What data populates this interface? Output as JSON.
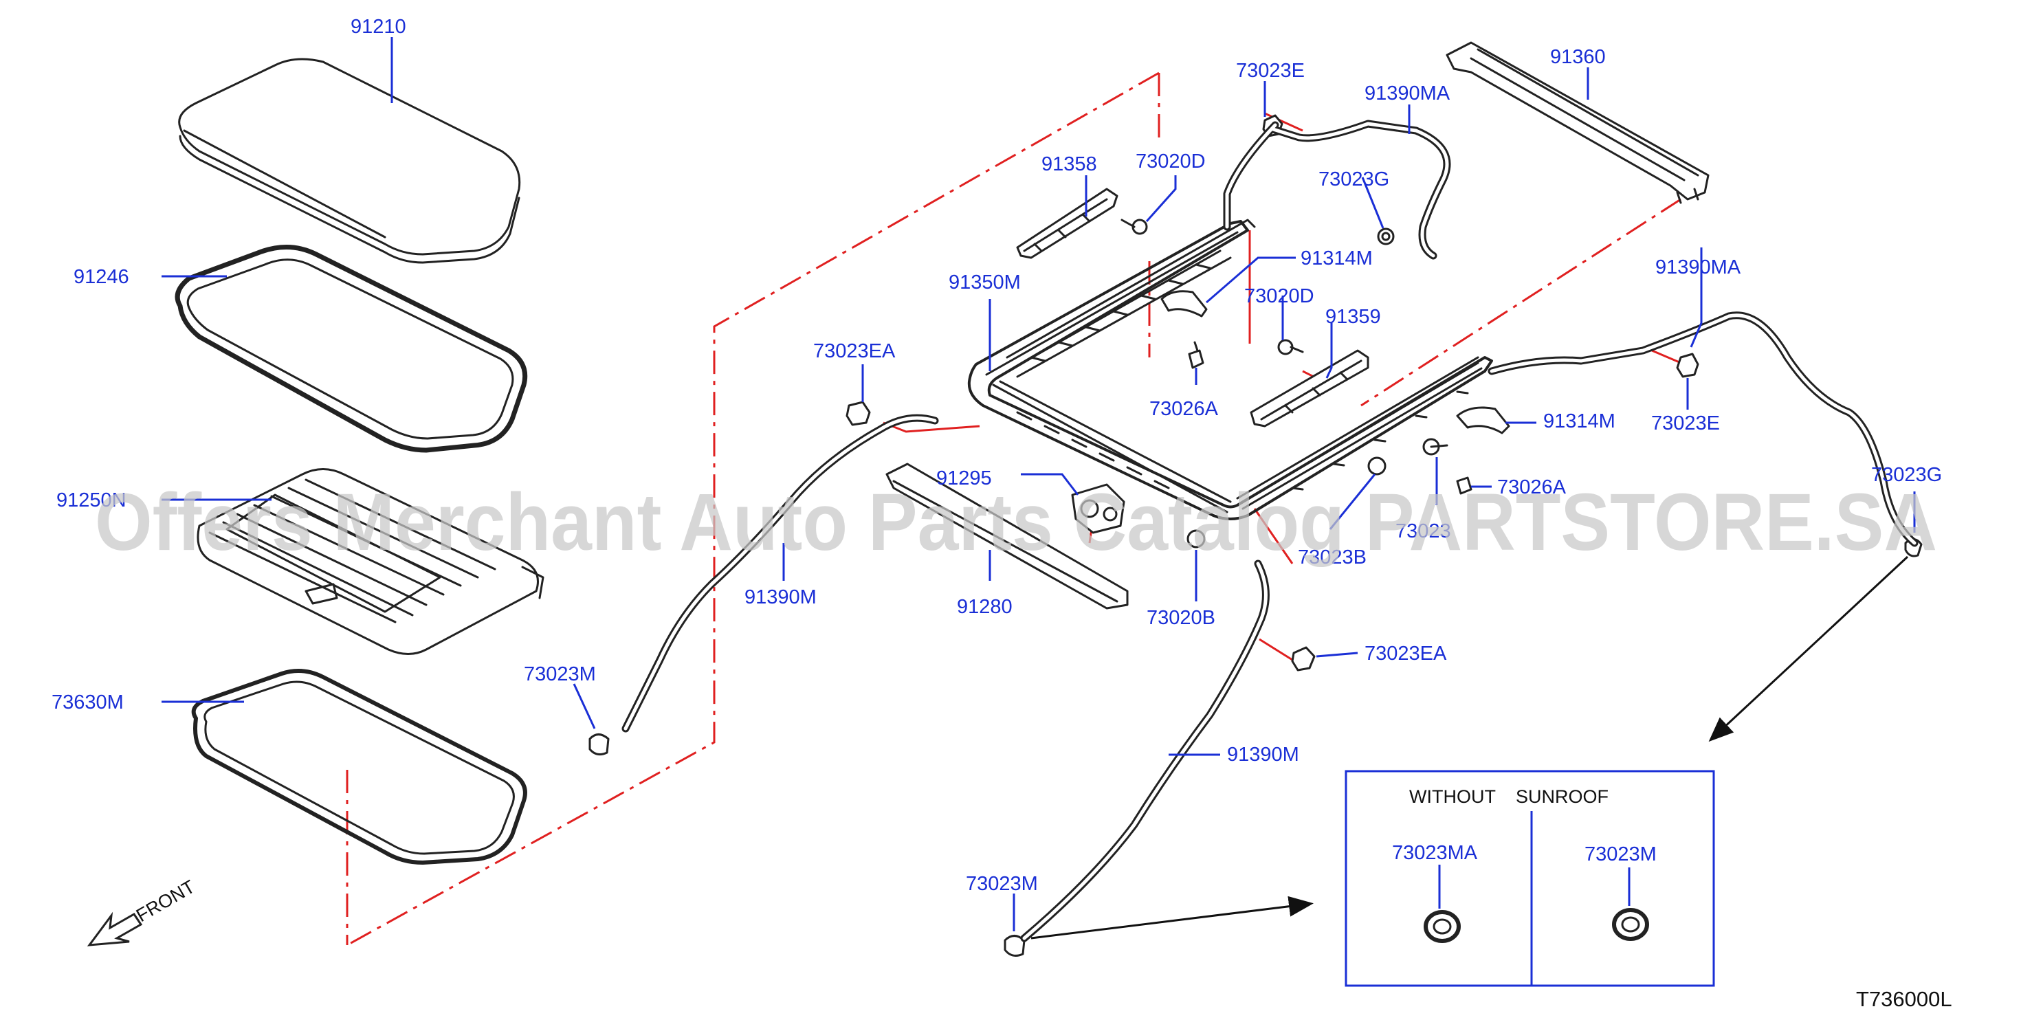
{
  "diagram_id": "T736000L",
  "watermark": "Offers Merchant Auto Parts Catalog PARTSTORE.SA",
  "direction_label": "FRONT",
  "inset": {
    "title_left": "WITHOUT",
    "title_right": "SUNROOF",
    "label_left": "73023MA",
    "label_right": "73023M"
  },
  "callouts": {
    "p91210": "91210",
    "p91246": "91246",
    "p91250n": "91250N",
    "p73630m": "73630M",
    "p73023m_left": "73023M",
    "p91390m_left": "91390M",
    "p73023ea_left": "73023EA",
    "p91350m": "91350M",
    "p91358": "91358",
    "p73020d_top": "73020D",
    "p73023e_top": "73023E",
    "p91390ma_top": "91390MA",
    "p91360": "91360",
    "p73023g_top": "73023G",
    "p91314m_top": "91314M",
    "p73020d_mid": "73020D",
    "p91359": "91359",
    "p73026a_left": "73026A",
    "p91295": "91295",
    "p91280": "91280",
    "p73020b": "73020B",
    "p73023b": "73023B",
    "p73023b_partial": "73023",
    "p73026a_right": "73026A",
    "p91314m_right": "91314M",
    "p91390ma_right": "91390MA",
    "p73023e_right": "73023E",
    "p73023g_right": "73023G",
    "p73023ea_mid": "73023EA",
    "p91390m_bottom": "91390M",
    "p73023m_bottom": "73023M"
  }
}
